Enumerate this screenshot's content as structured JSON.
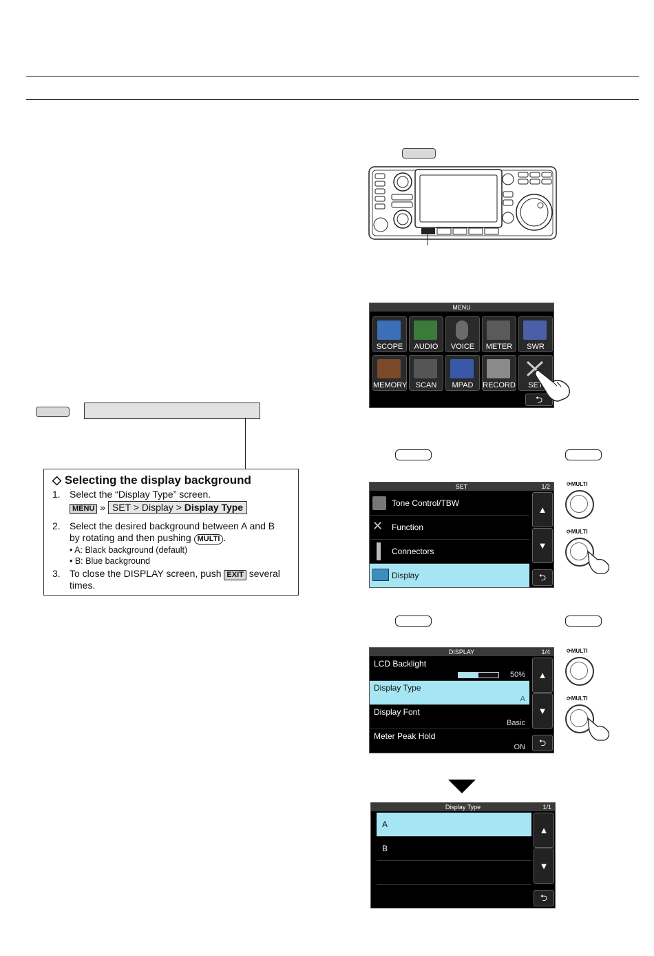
{
  "instructions": {
    "title": "Selecting the display background",
    "step1_number": "1.",
    "step1_text": "Select the “Display Type” screen.",
    "menu_key": "MENU",
    "path_sep": "»",
    "path_prefix": "SET > Display > ",
    "path_bold": "Display Type",
    "step2_number": "2.",
    "step2_line1": "Select the desired background between A and B",
    "step2_line2": "by rotating and then pushing",
    "multi_key": "MULTI",
    "step2_end": ".",
    "option_a": "• A: Black background (default)",
    "option_b": "• B: Blue background",
    "step3_number": "3.",
    "step3_line1": "To close the DISPLAY screen, push",
    "exit_key": "EXIT",
    "step3_line1_end": "several",
    "step3_line2": "times."
  },
  "menu_screen": {
    "title": "MENU",
    "tiles": [
      {
        "label": "SCOPE",
        "color": "#3b6fb8"
      },
      {
        "label": "AUDIO",
        "color": "#3c7a3c"
      },
      {
        "label": "VOICE",
        "color": "#6b6b6b"
      },
      {
        "label": "METER",
        "color": "#5a5a5a"
      },
      {
        "label": "SWR",
        "color": "#4a5fa8"
      },
      {
        "label": "MEMORY",
        "color": "#7a4a2a"
      },
      {
        "label": "SCAN",
        "color": "#555555"
      },
      {
        "label": "MPAD",
        "color": "#3a58a8"
      },
      {
        "label": "RECORD",
        "color": "#8a8a8a"
      },
      {
        "label": "SET",
        "color": "#888888"
      }
    ]
  },
  "set_screen": {
    "title": "SET",
    "page": "1/2",
    "items": [
      "Tone Control/TBW",
      "Function",
      "Connectors",
      "Display"
    ]
  },
  "display_screen": {
    "title": "DISPLAY",
    "page": "1/4",
    "items": [
      {
        "label": "LCD Backlight",
        "value": "50%",
        "level": 0.5
      },
      {
        "label": "Display Type",
        "value": "A"
      },
      {
        "label": "Display Font",
        "value": "Basic"
      },
      {
        "label": "Meter Peak Hold",
        "value": "ON"
      }
    ]
  },
  "type_screen": {
    "title": "Display Type",
    "page": "1/1",
    "items": [
      "A",
      "B"
    ]
  },
  "buttons": {
    "up": "▲",
    "down": "▼",
    "back": "⮌"
  },
  "knob_label": "⟳MULTI"
}
